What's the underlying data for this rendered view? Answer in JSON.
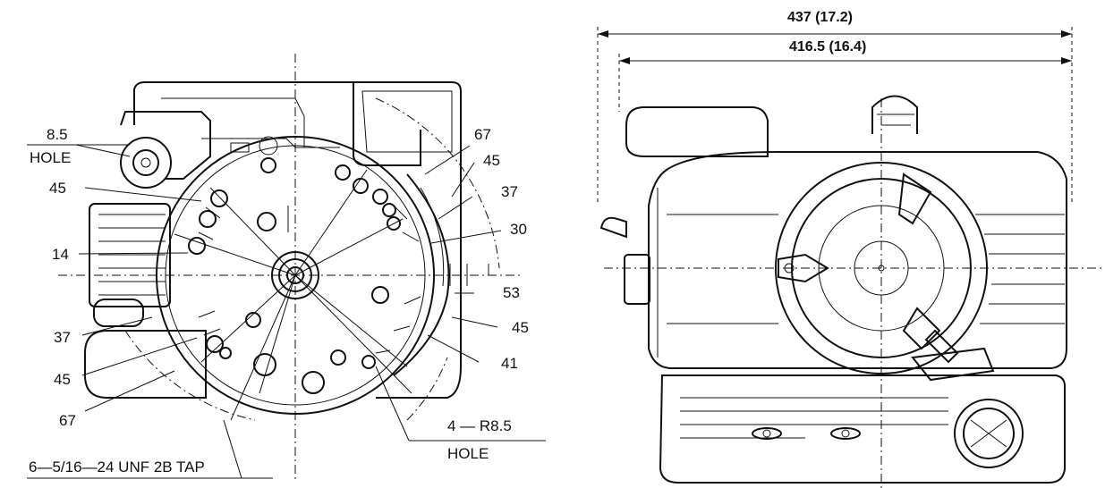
{
  "left_view": {
    "labels": {
      "hole_dia": "8.5",
      "hole_word": "HOLE",
      "angle_45_top_left": "45",
      "angle_14": "14",
      "angle_37_left": "37",
      "angle_45_bottom_left": "45",
      "angle_67_bottom_left": "67",
      "tap_note": "6—5/16—24 UNF 2B TAP",
      "angle_67_top_right": "67",
      "angle_45_top_right": "45",
      "angle_37_right": "37",
      "angle_30": "30",
      "angle_53": "53",
      "angle_45_right": "45",
      "angle_41": "41",
      "radius_note": "4 — R8.5",
      "radius_hole_word": "HOLE"
    }
  },
  "right_view": {
    "labels": {
      "overall_width": "437 (17.2)",
      "inner_width": "416.5 (16.4)"
    }
  }
}
